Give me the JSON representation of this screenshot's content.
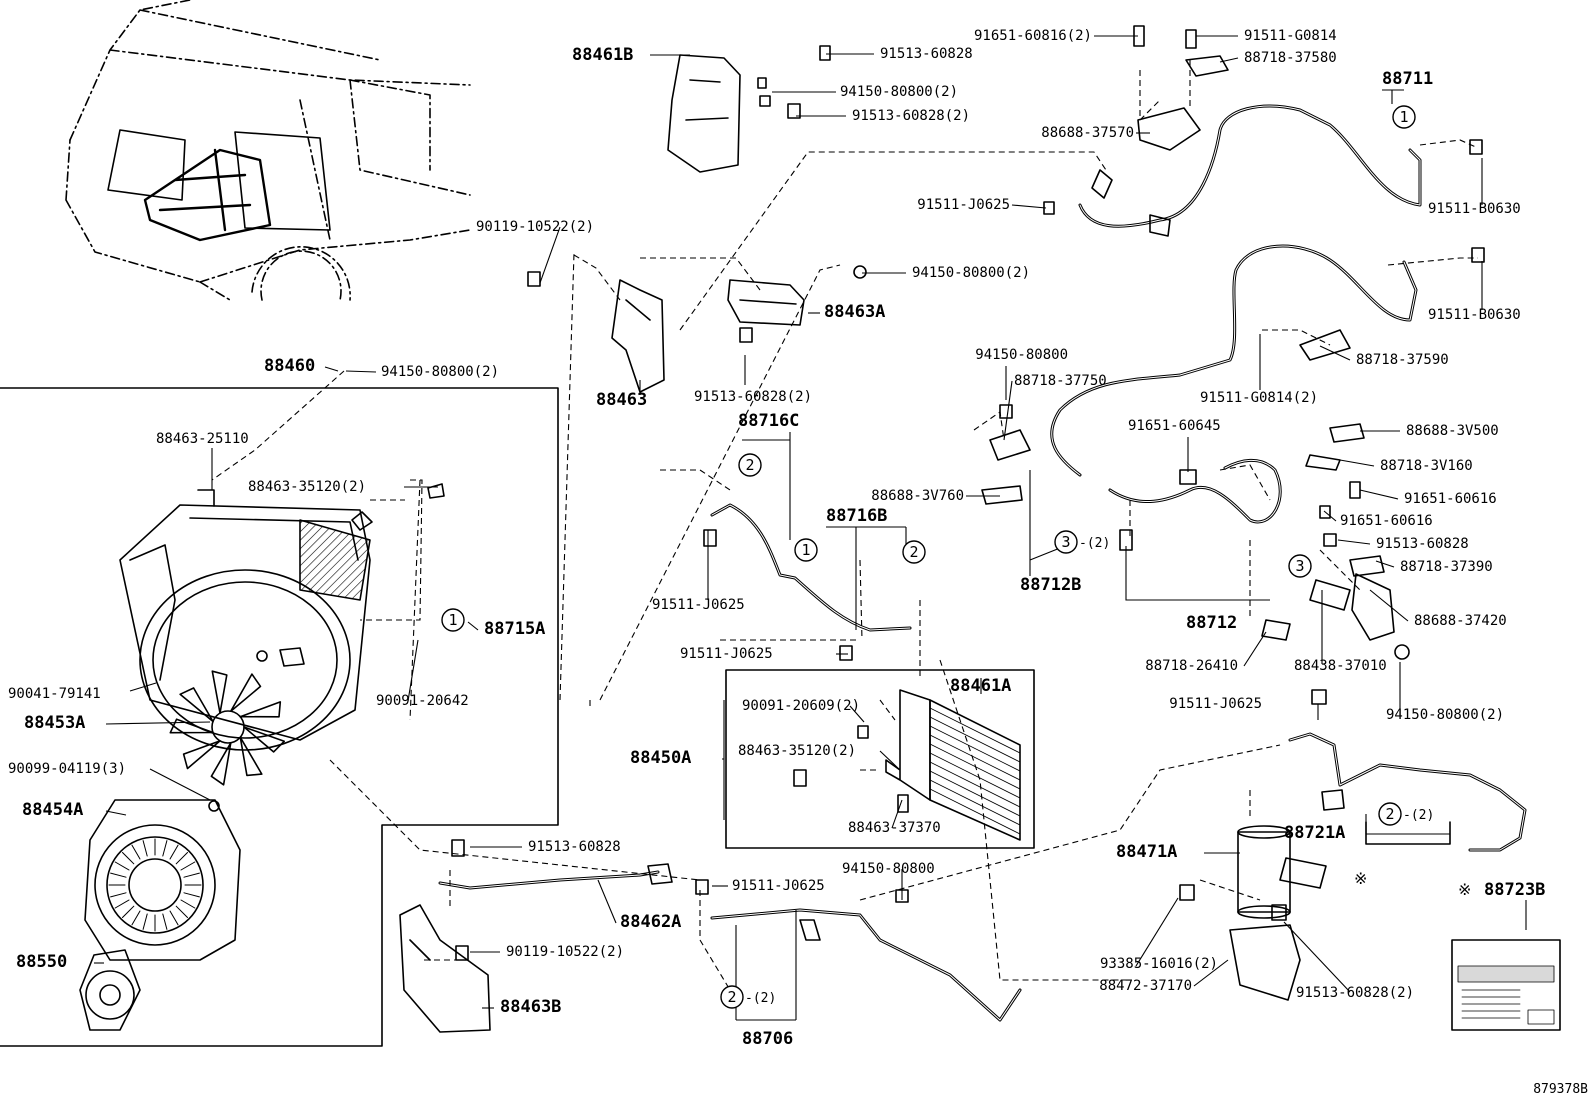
{
  "diagram_code": "879378B",
  "colors": {
    "ink": "#000000",
    "paper": "#ffffff",
    "fill": "#d9d9d9"
  },
  "labels": [
    {
      "id": "88461B",
      "text": "88461B",
      "big": true
    },
    {
      "id": "91513-60828-a",
      "text": "91513-60828"
    },
    {
      "id": "94150-80800-a",
      "text": "94150-80800(2)"
    },
    {
      "id": "91513-60828-b",
      "text": "91513-60828(2)"
    },
    {
      "id": "91651-60816",
      "text": "91651-60816(2)"
    },
    {
      "id": "91511-G0814-a",
      "text": "91511-G0814"
    },
    {
      "id": "88718-37580",
      "text": "88718-37580"
    },
    {
      "id": "88711",
      "text": "88711",
      "big": true
    },
    {
      "id": "88688-37570",
      "text": "88688-37570"
    },
    {
      "id": "91511-J0625-a",
      "text": "91511-J0625"
    },
    {
      "id": "91511-B0630-a",
      "text": "91511-B0630"
    },
    {
      "id": "90119-10522-a",
      "text": "90119-10522(2)"
    },
    {
      "id": "94150-80800-b",
      "text": "94150-80800(2)"
    },
    {
      "id": "88463A",
      "text": "88463A",
      "big": true
    },
    {
      "id": "91511-B0630-b",
      "text": "91511-B0630"
    },
    {
      "id": "88460",
      "text": "88460",
      "big": true
    },
    {
      "id": "94150-80800-c",
      "text": "94150-80800(2)"
    },
    {
      "id": "88463",
      "text": "88463",
      "big": true
    },
    {
      "id": "91513-60828-c",
      "text": "91513-60828(2)"
    },
    {
      "id": "94150-80800-d",
      "text": "94150-80800"
    },
    {
      "id": "88718-37750",
      "text": "88718-37750"
    },
    {
      "id": "88718-37590",
      "text": "88718-37590"
    },
    {
      "id": "91511-G0814-b",
      "text": "91511-G0814(2)"
    },
    {
      "id": "88716C",
      "text": "88716C",
      "big": true
    },
    {
      "id": "88463-25110",
      "text": "88463-25110"
    },
    {
      "id": "91651-60645",
      "text": "91651-60645"
    },
    {
      "id": "88688-3V500",
      "text": "88688-3V500"
    },
    {
      "id": "88718-3V160",
      "text": "88718-3V160"
    },
    {
      "id": "88463-35120-a",
      "text": "88463-35120(2)"
    },
    {
      "id": "88688-3V760",
      "text": "88688-3V760"
    },
    {
      "id": "88716B",
      "text": "88716B",
      "big": true
    },
    {
      "id": "91651-60616-a",
      "text": "91651-60616"
    },
    {
      "id": "91651-60616-b",
      "text": "91651-60616"
    },
    {
      "id": "91513-60828-d",
      "text": "91513-60828"
    },
    {
      "id": "88718-37390",
      "text": "88718-37390"
    },
    {
      "id": "88712B",
      "text": "88712B",
      "big": true
    },
    {
      "id": "91511-J0625-b",
      "text": "91511-J0625"
    },
    {
      "id": "88715A",
      "text": "88715A",
      "big": true
    },
    {
      "id": "88688-37420",
      "text": "88688-37420"
    },
    {
      "id": "88712",
      "text": "88712",
      "big": true
    },
    {
      "id": "91511-J0625-c",
      "text": "91511-J0625"
    },
    {
      "id": "88718-26410",
      "text": "88718-26410"
    },
    {
      "id": "88438-37010",
      "text": "88438-37010"
    },
    {
      "id": "88461A",
      "text": "88461A",
      "big": true
    },
    {
      "id": "90041-79141",
      "text": "90041-79141"
    },
    {
      "id": "90091-20642",
      "text": "90091-20642"
    },
    {
      "id": "90091-20609",
      "text": "90091-20609(2)"
    },
    {
      "id": "91511-J0625-d",
      "text": "91511-J0625"
    },
    {
      "id": "94150-80800-e",
      "text": "94150-80800(2)"
    },
    {
      "id": "88453A",
      "text": "88453A",
      "big": true
    },
    {
      "id": "88463-35120-b",
      "text": "88463-35120(2)"
    },
    {
      "id": "88450A",
      "text": "88450A",
      "big": true
    },
    {
      "id": "90099-04119",
      "text": "90099-04119(3)"
    },
    {
      "id": "88721A",
      "text": "88721A",
      "big": true
    },
    {
      "id": "88454A",
      "text": "88454A",
      "big": true
    },
    {
      "id": "88463-37370",
      "text": "88463-37370"
    },
    {
      "id": "88471A",
      "text": "88471A",
      "big": true
    },
    {
      "id": "91513-60828-e",
      "text": "91513-60828"
    },
    {
      "id": "94150-80800-f",
      "text": "94150-80800"
    },
    {
      "id": "91511-J0625-e",
      "text": "91511-J0625"
    },
    {
      "id": "88723B",
      "text": "88723B",
      "big": true
    },
    {
      "id": "88462A",
      "text": "88462A",
      "big": true
    },
    {
      "id": "88550",
      "text": "88550",
      "big": true
    },
    {
      "id": "90119-10522-b",
      "text": "90119-10522(2)"
    },
    {
      "id": "93385-16016",
      "text": "93385-16016(2)"
    },
    {
      "id": "88472-37170",
      "text": "88472-37170"
    },
    {
      "id": "91513-60828-f",
      "text": "91513-60828(2)"
    },
    {
      "id": "88463B",
      "text": "88463B",
      "big": true
    },
    {
      "id": "88706",
      "text": "88706",
      "big": true
    }
  ],
  "callouts": [
    {
      "id": "c1a",
      "num": "1",
      "suffix": ""
    },
    {
      "id": "c1b",
      "num": "1",
      "suffix": ""
    },
    {
      "id": "c1c",
      "num": "1",
      "suffix": ""
    },
    {
      "id": "c2a",
      "num": "2",
      "suffix": ""
    },
    {
      "id": "c2b",
      "num": "2",
      "suffix": ""
    },
    {
      "id": "c2c",
      "num": "2",
      "suffix": "-(2)"
    },
    {
      "id": "c2d",
      "num": "2",
      "suffix": "-(2)"
    },
    {
      "id": "c3a",
      "num": "3",
      "suffix": "-(2)"
    },
    {
      "id": "c3b",
      "num": "3",
      "suffix": ""
    }
  ],
  "symbols": {
    "note_mark": "※"
  }
}
